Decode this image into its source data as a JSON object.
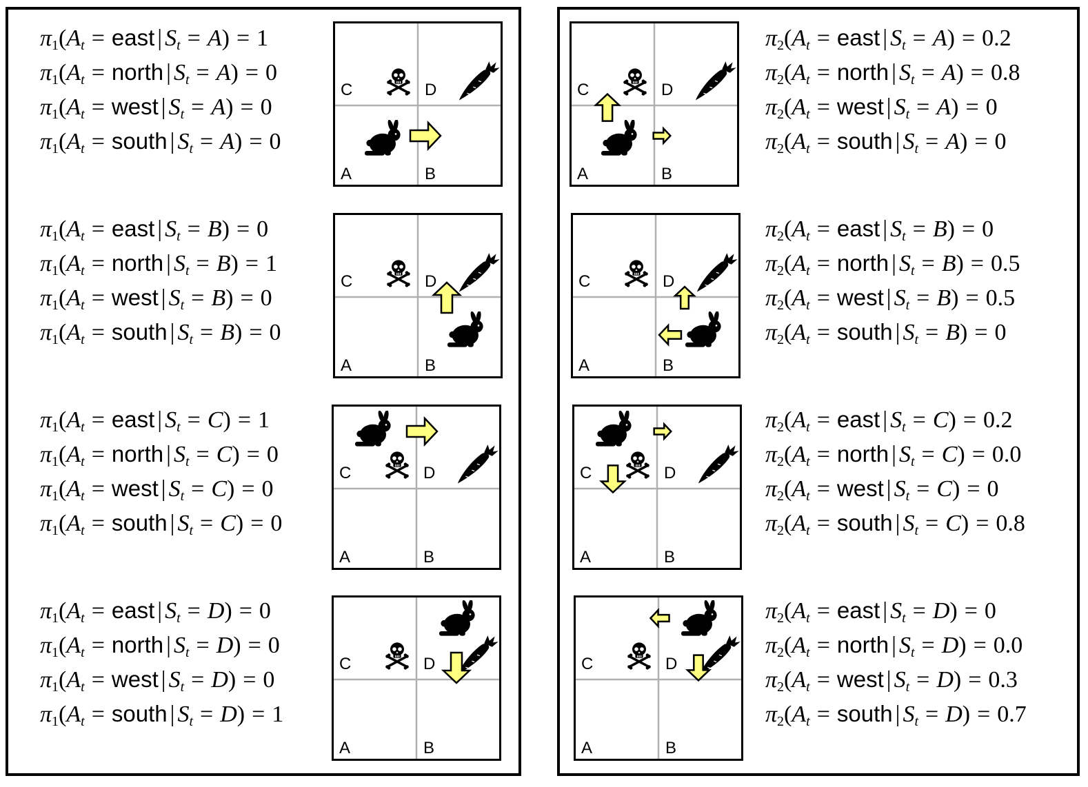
{
  "cell_labels": {
    "a": "A",
    "b": "B",
    "c": "C",
    "d": "D"
  },
  "symbols": {
    "pi": "π",
    "action_var": "A",
    "time_sub": "t",
    "state_var": "S",
    "given": "|",
    "equals": "=",
    "open": "(",
    "close": ")"
  },
  "icons": {
    "agent": "rabbit-icon",
    "hazard": "skull-crossbones-icon",
    "goal": "carrot-icon",
    "action": "arrow-icon"
  },
  "colors": {
    "arrow_fill": "#FFFF80",
    "arrow_stroke": "#000000",
    "grid_line": "#B0B0B0",
    "border": "#000000"
  },
  "policies": [
    {
      "name": "π1",
      "subscript": "1",
      "states": [
        {
          "state": "A",
          "probs": [
            {
              "action": "east",
              "value": "1"
            },
            {
              "action": "north",
              "value": "0"
            },
            {
              "action": "west",
              "value": "0"
            },
            {
              "action": "south",
              "value": "0"
            }
          ]
        },
        {
          "state": "B",
          "probs": [
            {
              "action": "east",
              "value": "0"
            },
            {
              "action": "north",
              "value": "1"
            },
            {
              "action": "west",
              "value": "0"
            },
            {
              "action": "south",
              "value": "0"
            }
          ]
        },
        {
          "state": "C",
          "probs": [
            {
              "action": "east",
              "value": "1"
            },
            {
              "action": "north",
              "value": "0"
            },
            {
              "action": "west",
              "value": "0"
            },
            {
              "action": "south",
              "value": "0"
            }
          ]
        },
        {
          "state": "D",
          "probs": [
            {
              "action": "east",
              "value": "0"
            },
            {
              "action": "north",
              "value": "0"
            },
            {
              "action": "west",
              "value": "0"
            },
            {
              "action": "south",
              "value": "1"
            }
          ]
        }
      ]
    },
    {
      "name": "π2",
      "subscript": "2",
      "states": [
        {
          "state": "A",
          "probs": [
            {
              "action": "east",
              "value": "0.2"
            },
            {
              "action": "north",
              "value": "0.8"
            },
            {
              "action": "west",
              "value": "0"
            },
            {
              "action": "south",
              "value": "0"
            }
          ]
        },
        {
          "state": "B",
          "probs": [
            {
              "action": "east",
              "value": "0"
            },
            {
              "action": "north",
              "value": "0.5"
            },
            {
              "action": "west",
              "value": "0.5"
            },
            {
              "action": "south",
              "value": "0"
            }
          ]
        },
        {
          "state": "C",
          "probs": [
            {
              "action": "east",
              "value": "0.2"
            },
            {
              "action": "north",
              "value": "0.0"
            },
            {
              "action": "west",
              "value": "0"
            },
            {
              "action": "south",
              "value": "0.8"
            }
          ]
        },
        {
          "state": "D",
          "probs": [
            {
              "action": "east",
              "value": "0"
            },
            {
              "action": "north",
              "value": "0.0"
            },
            {
              "action": "west",
              "value": "0.3"
            },
            {
              "action": "south",
              "value": "0.7"
            }
          ]
        }
      ]
    }
  ]
}
